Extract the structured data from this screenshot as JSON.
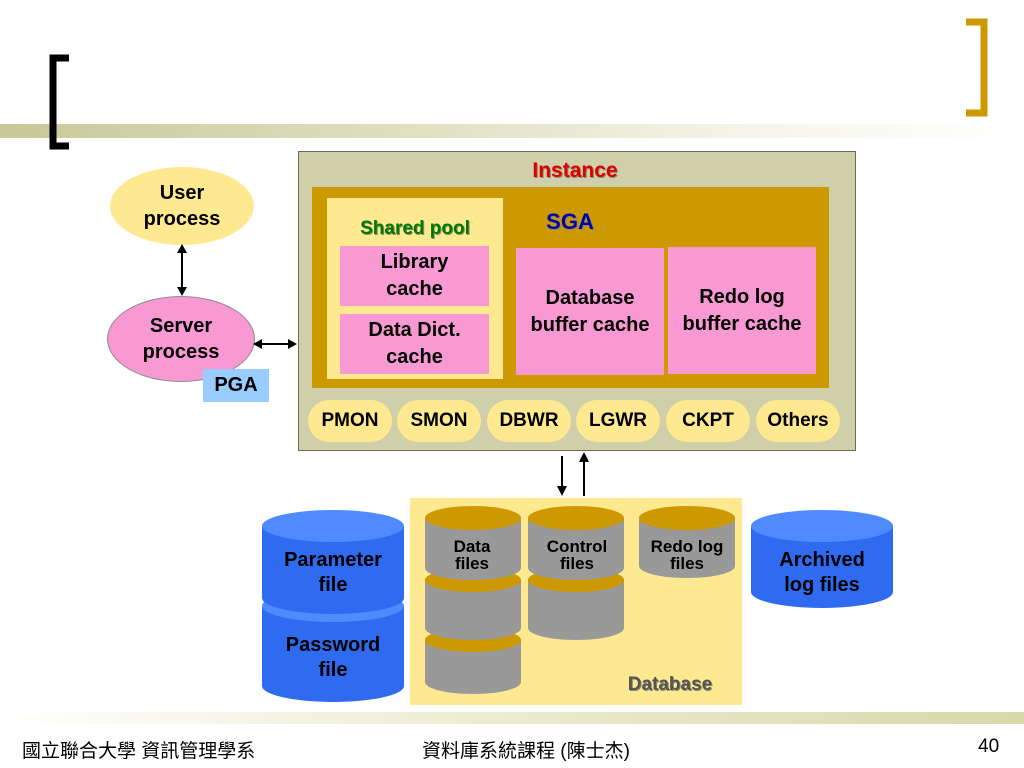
{
  "diagram": {
    "instance_label": "Instance",
    "sga_label": "SGA",
    "shared_pool_label": "Shared pool",
    "library_cache": "Library cache",
    "data_dict_cache": "Data Dict. cache",
    "db_buffer_cache": "Database buffer cache",
    "redo_log_buffer_cache": "Redo log buffer cache",
    "user_process": "User process",
    "server_process": "Server process",
    "pga_label": "PGA",
    "processes": [
      "PMON",
      "SMON",
      "DBWR",
      "LGWR",
      "CKPT",
      "Others"
    ],
    "data_files": "Data files",
    "control_files": "Control files",
    "redo_log_files": "Redo log files",
    "database_label": "Database",
    "parameter_file": "Parameter file",
    "password_file": "Password file",
    "archived_log_files": "Archived log files"
  },
  "footer": {
    "left": "國立聯合大學 資訊管理學系",
    "center": "資料庫系統課程 (陳士杰)",
    "page_number": "40"
  },
  "colors": {
    "instance_bg": "#cfcfaa",
    "sga_bg": "#cc9900",
    "shared_pool_bg": "#ffe990",
    "pink": "#f999d3",
    "pga_blue": "#99ccff",
    "file_blue": "#2f6bf0",
    "disk_gray": "#999999",
    "disk_gold": "#cc9900",
    "database_bg": "#ffe990",
    "bracket_gold": "#cc9900"
  }
}
